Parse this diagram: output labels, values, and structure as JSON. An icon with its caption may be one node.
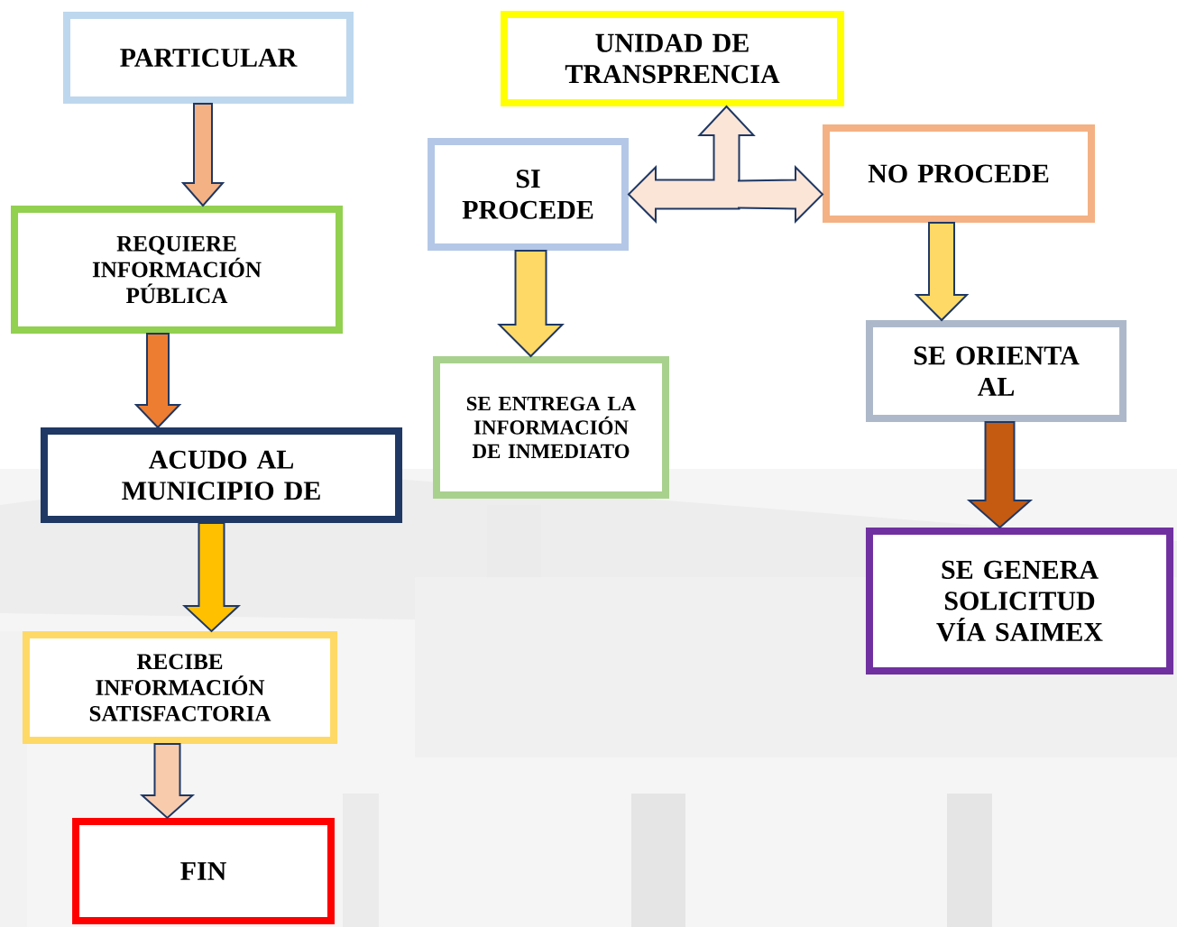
{
  "diagram": {
    "nodes": [
      {
        "text": [
          "PARTICULAR"
        ]
      },
      {
        "text": [
          "REQUIERE INFORMACIÓN PÚBLICA"
        ]
      },
      {
        "text": [
          "ACUDO AL MUNICIPIO DE"
        ]
      },
      {
        "text": [
          "RECIBE INFORMACIÓN SATISFACTORIA"
        ]
      },
      {
        "text": [
          "FIN"
        ]
      },
      {
        "text": [
          "UNIDAD DE TRANSPRENCIA"
        ]
      },
      {
        "text": [
          "SI PROCEDE"
        ]
      },
      {
        "text": [
          "NO PROCEDE"
        ]
      },
      {
        "text": [
          "SE ENTREGA LA INFORMACIÓN DE INMEDIATO"
        ]
      },
      {
        "text": [
          "SE ORIENTA AL"
        ]
      },
      {
        "text": [
          "SE GENERA SOLICITUD VÍA SAIMEX"
        ]
      }
    ],
    "edges": [
      {
        "from": 0,
        "to": 1,
        "arrow": "to",
        "color": "#f4b183"
      },
      {
        "from": 1,
        "to": 2,
        "arrow": "to",
        "color": "#ed7d31"
      },
      {
        "from": 2,
        "to": 3,
        "arrow": "to",
        "color": "#ffc000"
      },
      {
        "from": 3,
        "to": 4,
        "arrow": "to",
        "color": "#f8cbad"
      },
      {
        "from": 6,
        "to": 5,
        "arrow": "both",
        "color": "#fbe5d6"
      },
      {
        "from": 5,
        "to": 7,
        "arrow": "to",
        "color": "#fbe5d6"
      },
      {
        "from": 6,
        "to": 8,
        "arrow": "to",
        "color": "#ffd966"
      },
      {
        "from": 7,
        "to": 9,
        "arrow": "to",
        "color": "#ffd966"
      },
      {
        "from": 9,
        "to": 10,
        "arrow": "to",
        "color": "#c55a11"
      }
    ]
  }
}
